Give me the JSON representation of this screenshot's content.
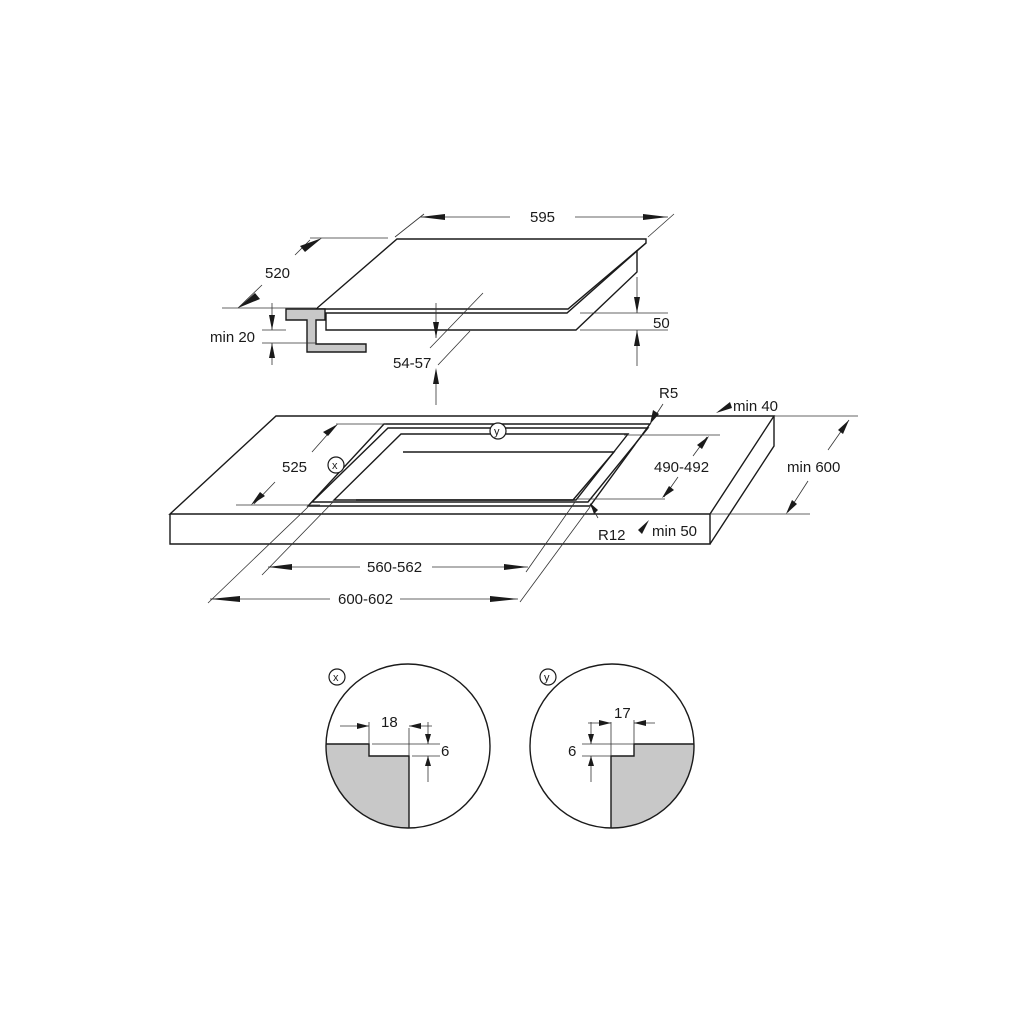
{
  "diagram": {
    "type": "hob-installation-dimensions",
    "units": "mm",
    "hob": {
      "width_label": "595",
      "depth_label": "520",
      "height_label": "50",
      "min_front_clearance_label": "min 20",
      "cutout_depth_below_label": "54-57"
    },
    "worktop": {
      "corner_radius_top_label": "R5",
      "corner_radius_cutout_label": "R12",
      "min_rear_distance_label": "min 40",
      "min_depth_label": "min 600",
      "min_front_distance_label": "min 50",
      "cutout_depth_outer_label": "525",
      "cutout_depth_inner_label": "490-492",
      "cutout_width_inner_label": "560-562",
      "cutout_width_outer_label": "600-602",
      "detail_marker_x": "x",
      "detail_marker_y": "y"
    },
    "details": [
      {
        "marker": "x",
        "rebate_width_label": "18",
        "rebate_depth_label": "6"
      },
      {
        "marker": "y",
        "rebate_width_label": "17",
        "rebate_depth_label": "6"
      }
    ]
  }
}
